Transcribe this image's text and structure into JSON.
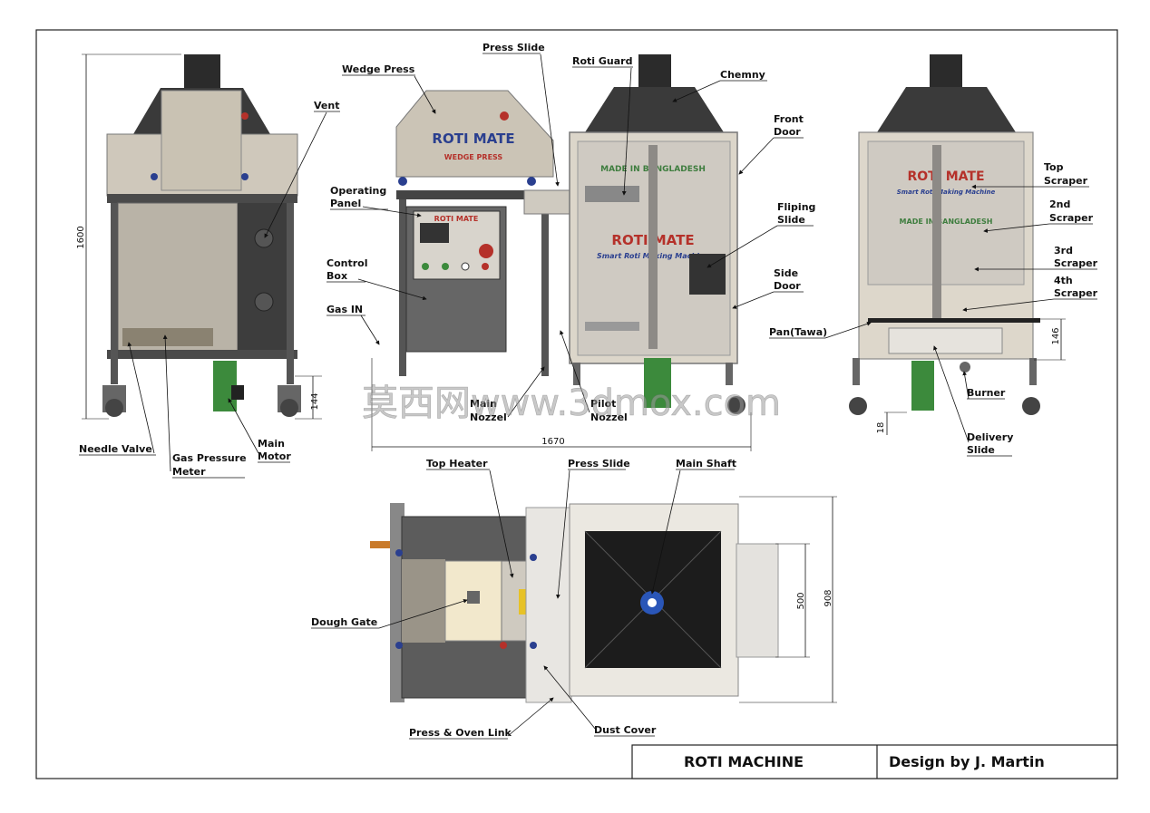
{
  "labels": {
    "vent": "Vent",
    "needle_valve": "Needle Valve",
    "gas_pressure": "Gas Pressure",
    "meter": "Meter",
    "main": "Main",
    "motor": "Motor",
    "wedge_press": "Wedge Press",
    "press_slide": "Press Slide",
    "operating": "Operating",
    "panel": "Panel",
    "control": "Control",
    "box": "Box",
    "gas_in": "Gas IN",
    "main_nozzel_1": "Main",
    "nozzel": "Nozzel",
    "pilot": "Pilot",
    "roti_guard": "Roti Guard",
    "chemny": "Chemny",
    "front": "Front",
    "door": "Door",
    "fliping": "Fliping",
    "slide": "Slide",
    "side": "Side",
    "top": "Top",
    "scraper": "Scraper",
    "second": "2nd",
    "third": "3rd",
    "fourth": "4th",
    "pan_tawa": "Pan(Tawa)",
    "burner": "Burner",
    "delivery": "Delivery",
    "top_heater": "Top Heater",
    "press_slide_2": "Press Slide",
    "main_shaft": "Main Shaft",
    "dough_gate": "Dough Gate",
    "press_oven_link": "Press & Oven Link",
    "dust_cover": "Dust Cover"
  },
  "machine_text": {
    "roti_mate": "ROTI MATE",
    "wedge_press_caption": "WEDGE PRESS",
    "made_in": "MADE IN BANGLADESH",
    "smart": "Smart Roti Making Machine"
  },
  "dimensions": {
    "height": "1600",
    "wheel": "144",
    "width": "1670",
    "pan_height": "146",
    "clearance": "18",
    "depth_inner": "500",
    "depth_outer": "908"
  },
  "watermark": "莫西网www.3dmox.com",
  "title_block": {
    "name": "ROTI MACHINE",
    "designer": "Design by J. Martin"
  },
  "colors": {
    "frame": "#5a5a5a",
    "steel": "#cfcac0",
    "dark": "#333333",
    "motor_green": "#3c8a3c",
    "brand_red": "#b5312a",
    "brand_blue": "#2a3f8f",
    "brand_green": "#3e7d3e"
  }
}
